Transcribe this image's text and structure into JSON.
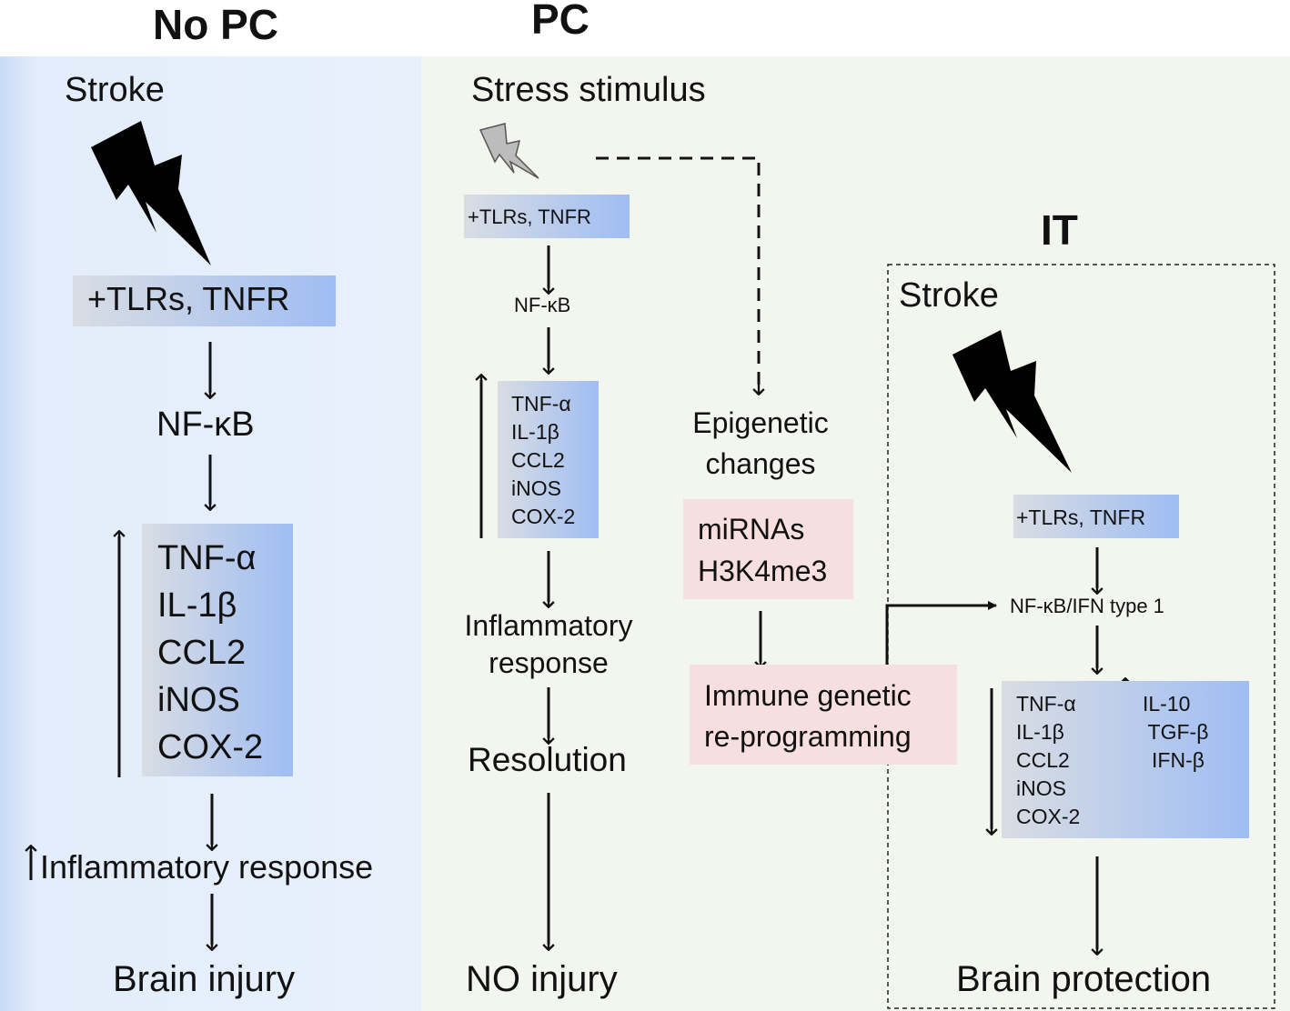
{
  "no_pc": {
    "title": "No PC",
    "trigger": "Stroke",
    "receptors": "+TLRs, TNFR",
    "nfkb": "NF-κB",
    "cytokines": [
      "TNF-α",
      "IL-1β",
      "CCL2",
      "iNOS",
      "COX-2"
    ],
    "inflammatory": "Inflammatory response",
    "outcome": "Brain injury"
  },
  "pc": {
    "title": "PC",
    "trigger": "Stress stimulus",
    "receptors": "+TLRs, TNFR",
    "nfkb": "NF-κB",
    "cytokines": [
      "TNF-α",
      "IL-1β",
      "CCL2",
      "iNOS",
      "COX-2"
    ],
    "inflammatory": [
      "Inflammatory",
      "response"
    ],
    "resolution": "Resolution",
    "outcome": "NO injury",
    "epigenetic": [
      "Epigenetic",
      "changes"
    ],
    "epi_marks": [
      "miRNAs",
      "H3K4me3"
    ],
    "reprogramming": [
      "Immune genetic",
      "re-programming"
    ]
  },
  "it": {
    "title": "IT",
    "trigger": "Stroke",
    "receptors": "+TLRs, TNFR",
    "nfkb_ifn": "NF-κB/IFN type 1",
    "down": [
      "TNF-α",
      "IL-1β",
      "CCL2",
      "iNOS",
      "COX-2"
    ],
    "up": [
      "IL-10",
      "TGF-β",
      "IFN-β"
    ],
    "outcome": "Brain protection"
  },
  "colors": {
    "no_pc_panel": "#e6effc",
    "pc_panel": "#f3f6ee",
    "receptor_box_end": "#9fbdf3",
    "pink_box": "#f8dfdf"
  }
}
